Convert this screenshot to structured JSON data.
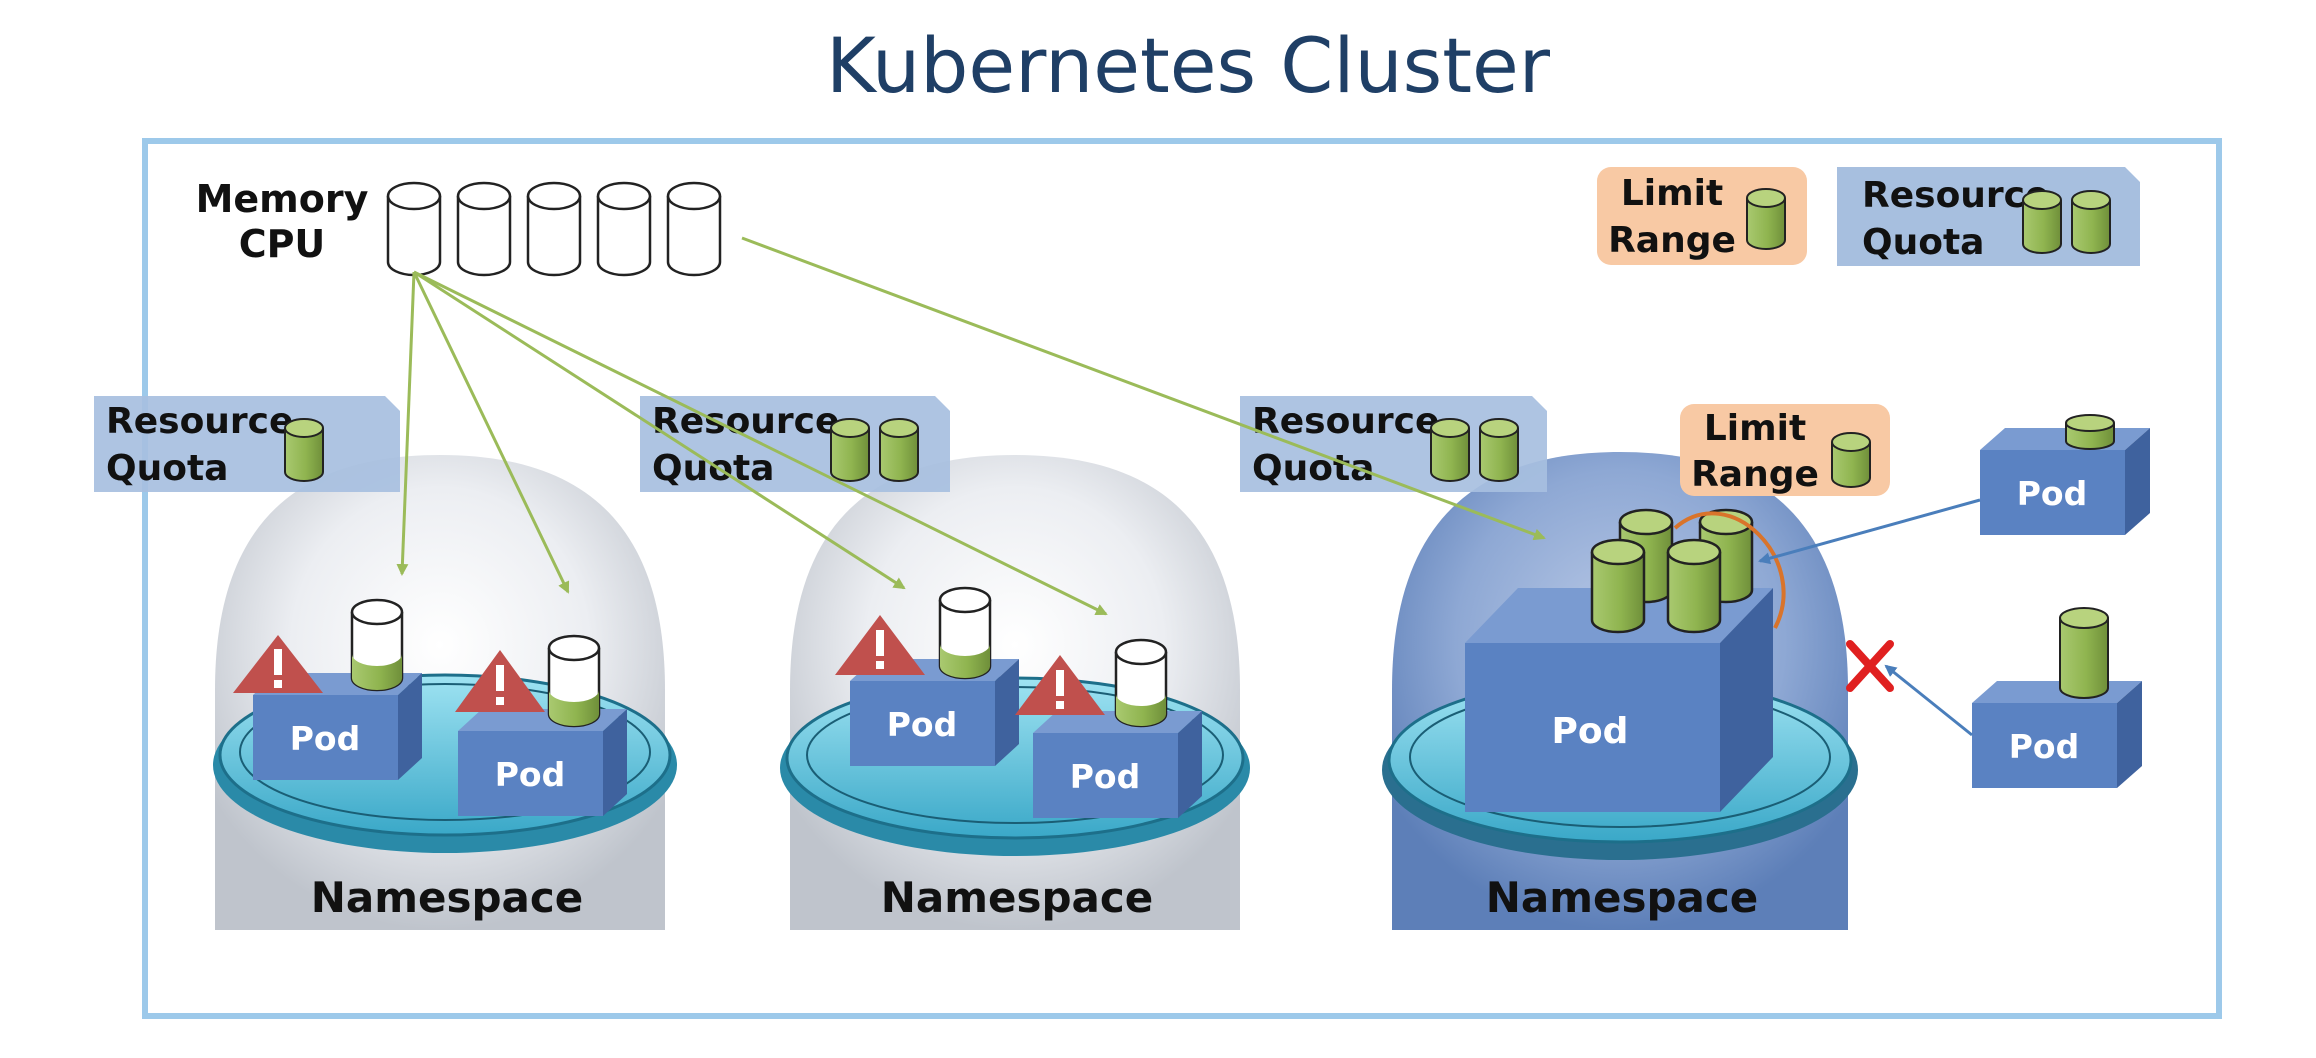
{
  "title": "Kubernetes Cluster",
  "cluster_resources": {
    "memory_label": "Memory",
    "cpu_label": "CPU"
  },
  "legend": {
    "limit_range": {
      "line1": "Limit",
      "line2": "Range"
    },
    "resource_quota": {
      "line1": "Resource",
      "line2": "Quota"
    }
  },
  "namespaces": [
    {
      "label": "Namespace",
      "quota": {
        "line1": "Resource",
        "line2": "Quota"
      },
      "pods": [
        {
          "label": "Pod"
        },
        {
          "label": "Pod"
        }
      ]
    },
    {
      "label": "Namespace",
      "quota": {
        "line1": "Resource",
        "line2": "Quota"
      },
      "pods": [
        {
          "label": "Pod"
        },
        {
          "label": "Pod"
        }
      ]
    },
    {
      "label": "Namespace",
      "quota": {
        "line1": "Resource",
        "line2": "Quota"
      },
      "limit_range": {
        "line1": "Limit",
        "line2": "Range"
      },
      "pods": [
        {
          "label": "Pod"
        }
      ]
    }
  ],
  "incoming_pods": [
    {
      "label": "Pod"
    },
    {
      "label": "Pod"
    }
  ],
  "colors": {
    "title": "#1f3f66",
    "cluster_border": "#9dc9ea",
    "quota_box": "#a7bfdf",
    "limit_box": "#f8c9a4",
    "pod_front": "#5a82c2",
    "resource_green": "#8fb44f",
    "arrow_green": "#9bbb59",
    "arrow_blue": "#4a7ebb",
    "warning": "#c0504d",
    "reject_x": "#e02020"
  }
}
